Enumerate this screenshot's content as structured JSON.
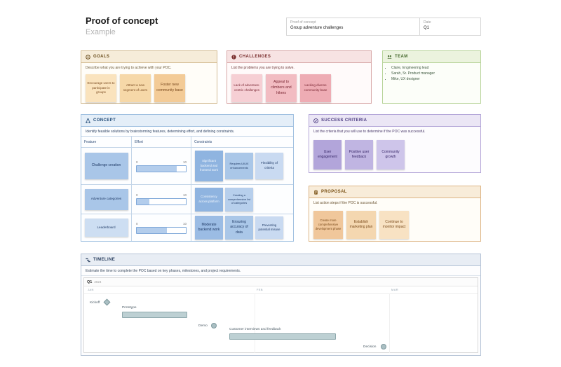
{
  "header": {
    "title": "Proof of concept",
    "subtitle": "Example",
    "form": {
      "field1_label": "Proof of concept",
      "field1_value": "Group adventure challenges",
      "field2_label": "Date",
      "field2_value": "Q1"
    }
  },
  "sections": {
    "goals": {
      "title": "GOALS",
      "description": "Describe what you are trying to achieve with your POC.",
      "stickies": [
        "Encourage users to participate in groups",
        "Attract a new segment of users",
        "Foster new community base"
      ]
    },
    "challenges": {
      "title": "CHALLENGES",
      "description": "List the problems you are trying to solve.",
      "stickies": [
        "Lack of adventure-centric challenges",
        "Appeal to climbers and hikers",
        "Lacking diverse community base"
      ]
    },
    "team": {
      "title": "TEAM",
      "members": [
        "Claire, Engineering lead",
        "Sarah, Sr. Product manager",
        "Mike, UX designer"
      ]
    },
    "concept": {
      "title": "CONCEPT",
      "description": "Identify feasible solutions by brainstorming features, determining effort, and defining constraints.",
      "columns": [
        "Feature",
        "Effort",
        "Constraints"
      ],
      "effort_scale": {
        "min": "0",
        "max": "10"
      },
      "rows": [
        {
          "feature": "Challenge creation",
          "effort": {
            "value": 8,
            "max": 10,
            "pct": 82
          },
          "constraints": [
            "Significant backend and frontend work",
            "Requires UI/UX enhancements",
            "Flexibility of criteria"
          ]
        },
        {
          "feature": "Adventure categories",
          "effort": {
            "value": 2.5,
            "max": 10,
            "pct": 25
          },
          "constraints": [
            "Consistency across platform",
            "Creating a comprehensive list of categories"
          ]
        },
        {
          "feature": "Leaderboard",
          "effort": {
            "value": 6,
            "max": 10,
            "pct": 62
          },
          "constraints": [
            "Moderate backend work",
            "Ensuring accuracy of data",
            "Preventing potential misuse"
          ]
        }
      ]
    },
    "success": {
      "title": "SUCCESS CRITERIA",
      "description": "List the criteria that you will use to determine if the POC was successful.",
      "stickies": [
        "User engagement",
        "Positive user feedback",
        "Community growth"
      ]
    },
    "proposal": {
      "title": "PROPOSAL",
      "description": "List action steps if the POC is successful.",
      "stickies": [
        "Create more comprehensive development phase",
        "Establish marketing plan",
        "Continue to monitor impact"
      ]
    },
    "timeline": {
      "title": "TIMELINE",
      "description": "Estimate the time to complete the POC based on key phases, milestones, and project requirements.",
      "quarter": "Q1",
      "year": "2024",
      "months": [
        "JAN",
        "FEB",
        "MAR"
      ],
      "items": [
        {
          "label": "Kickoff",
          "type": "milestone-diamond"
        },
        {
          "label": "Prototype",
          "type": "bar"
        },
        {
          "label": "Demo",
          "type": "milestone-circle"
        },
        {
          "label": "Customer interviews and feedback",
          "type": "bar"
        },
        {
          "label": "Decision",
          "type": "milestone-circle"
        }
      ]
    }
  },
  "colors": {
    "goals_accent": "#d4bc94",
    "challenges_accent": "#d8a8a8",
    "team_accent": "#b8d49a",
    "concept_accent": "#9fc0e0",
    "success_accent": "#b4a6d8",
    "proposal_accent": "#ddb585",
    "timeline_accent": "#b5c3d6",
    "gantt_shape": "#aabfc3"
  }
}
